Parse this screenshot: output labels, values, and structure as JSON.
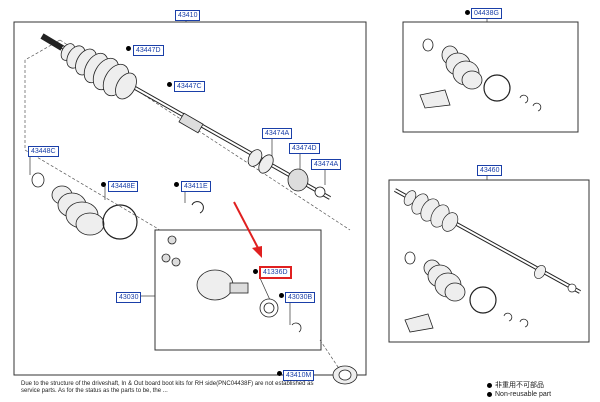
{
  "callouts": {
    "main_assembly": "43410",
    "boot_kit_lh": "43447D",
    "boot_inner": "43447C",
    "boot_clamp_a1": "43474A",
    "boot_clamp_d": "43474D",
    "boot_clamp_a2": "43474A",
    "boot_kit_c": "43448C",
    "boot_e": "43448E",
    "snap_ring": "43411E",
    "outboard_joint": "43030",
    "dust_deflector": "41336D",
    "hub_b": "43030B",
    "bearing": "43410M",
    "boot_kit_g": "04438G",
    "rh_assembly": "43460"
  },
  "note_text": "Due to the structure of the driveshaft, In & Out board  boot kits for RH side(PNC04438F) are not established as service parts. As for the status as the parts to be, the ...",
  "legend": {
    "non_reusable_cn": "非重用不可部品",
    "non_reusable_en": "Non-reusable part"
  },
  "colors": {
    "callout_blue": "#1a3fa8",
    "highlight_red": "#e02020",
    "line": "#333333"
  }
}
